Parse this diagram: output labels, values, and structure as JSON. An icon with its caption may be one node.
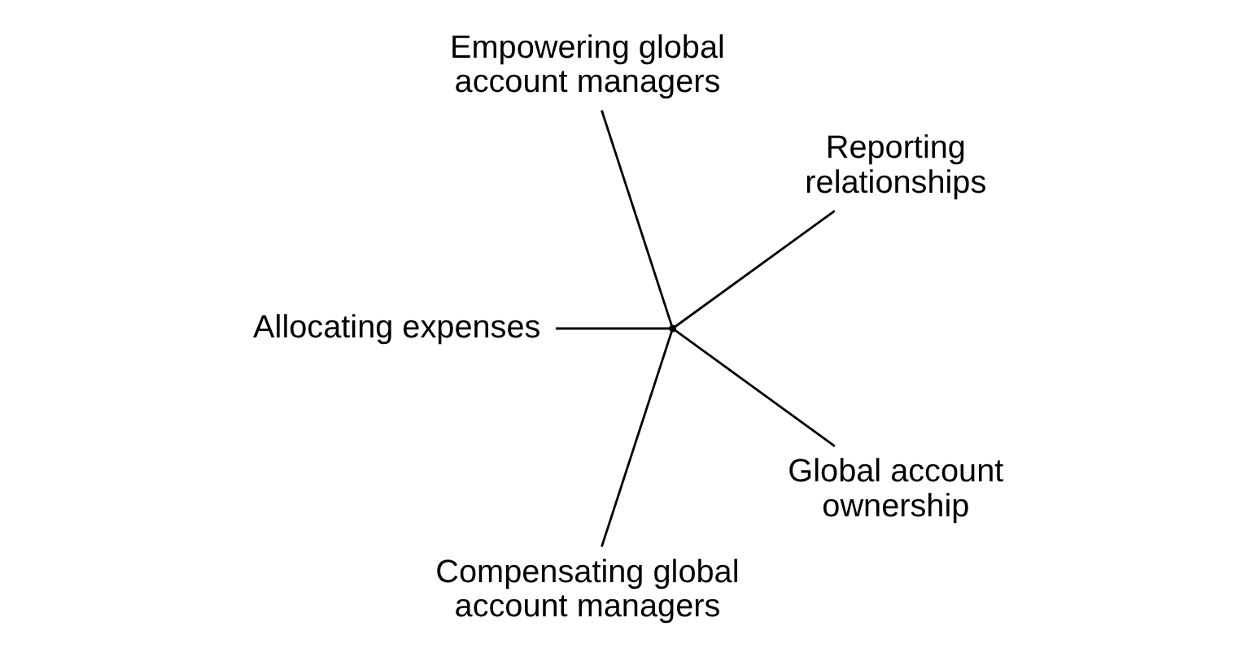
{
  "diagram": {
    "nodes": [
      {
        "text": [
          "Allocating expenses"
        ]
      },
      {
        "text": [
          "Compensating global account managers"
        ]
      },
      {
        "text": [
          "Global account ownership"
        ]
      },
      {
        "text": [],
        "shape": "point"
      },
      {
        "text": [
          "Reporting relationships"
        ]
      },
      {
        "text": [
          "Empowering global account managers"
        ]
      }
    ],
    "edges": [
      {
        "from": 0,
        "to": 3,
        "arrow": "none"
      },
      {
        "from": 1,
        "to": 3,
        "arrow": "none"
      },
      {
        "from": 2,
        "to": 3,
        "arrow": "none"
      },
      {
        "from": 3,
        "to": 4,
        "arrow": "none"
      },
      {
        "from": 3,
        "to": 5,
        "arrow": "none"
      }
    ]
  }
}
